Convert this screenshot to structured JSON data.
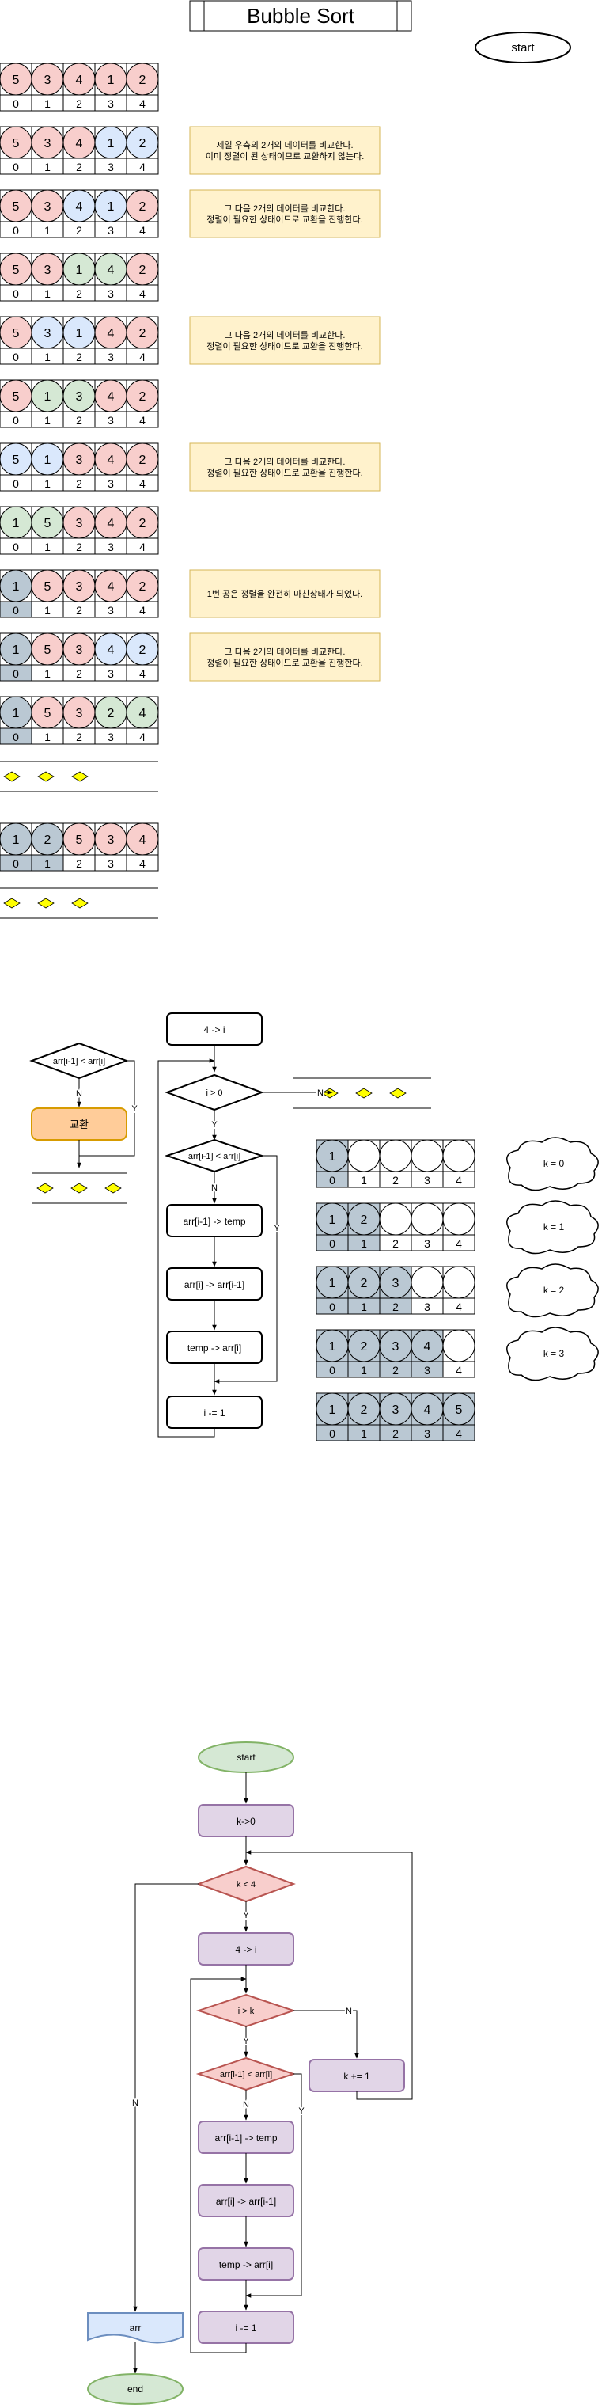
{
  "title": "Bubble Sort",
  "start_label": "start",
  "colors": {
    "pink": "#f8cecc",
    "blue": "#dae8fc",
    "green": "#d5e8d4",
    "gray": "#bac8d3",
    "note_fill": "#fff2cc",
    "note_stroke": "#d6b656",
    "diamond": "#ffff00",
    "swap_fill": "#ffcc99",
    "swap_stroke": "#d79b00",
    "purple_fill": "#e1d5e7",
    "purple_stroke": "#9673a6",
    "red_fill": "#f8cecc",
    "red_stroke": "#b85450",
    "green_fill": "#d5e8d4",
    "green_stroke": "#82b366",
    "doc_fill": "#dae8fc",
    "doc_stroke": "#6c8ebf"
  },
  "sort_steps": [
    {
      "values": [
        "5",
        "3",
        "4",
        "1",
        "2"
      ],
      "colors": [
        "pink",
        "pink",
        "pink",
        "pink",
        "pink"
      ],
      "idx_shaded": 0
    },
    {
      "values": [
        "5",
        "3",
        "4",
        "1",
        "2"
      ],
      "colors": [
        "pink",
        "pink",
        "pink",
        "blue",
        "blue"
      ],
      "idx_shaded": 0
    },
    {
      "values": [
        "5",
        "3",
        "4",
        "1",
        "2"
      ],
      "colors": [
        "pink",
        "pink",
        "blue",
        "blue",
        "pink"
      ],
      "idx_shaded": 0
    },
    {
      "values": [
        "5",
        "3",
        "1",
        "4",
        "2"
      ],
      "colors": [
        "pink",
        "pink",
        "green",
        "green",
        "pink"
      ],
      "idx_shaded": 0
    },
    {
      "values": [
        "5",
        "3",
        "1",
        "4",
        "2"
      ],
      "colors": [
        "pink",
        "blue",
        "blue",
        "pink",
        "pink"
      ],
      "idx_shaded": 0
    },
    {
      "values": [
        "5",
        "1",
        "3",
        "4",
        "2"
      ],
      "colors": [
        "pink",
        "green",
        "green",
        "pink",
        "pink"
      ],
      "idx_shaded": 0
    },
    {
      "values": [
        "5",
        "1",
        "3",
        "4",
        "2"
      ],
      "colors": [
        "blue",
        "blue",
        "pink",
        "pink",
        "pink"
      ],
      "idx_shaded": 0
    },
    {
      "values": [
        "1",
        "5",
        "3",
        "4",
        "2"
      ],
      "colors": [
        "green",
        "green",
        "pink",
        "pink",
        "pink"
      ],
      "idx_shaded": 0
    },
    {
      "values": [
        "1",
        "5",
        "3",
        "4",
        "2"
      ],
      "colors": [
        "gray",
        "pink",
        "pink",
        "pink",
        "pink"
      ],
      "idx_shaded": 1
    },
    {
      "values": [
        "1",
        "5",
        "3",
        "4",
        "2"
      ],
      "colors": [
        "gray",
        "pink",
        "pink",
        "blue",
        "blue"
      ],
      "idx_shaded": 1
    },
    {
      "values": [
        "1",
        "5",
        "3",
        "2",
        "4"
      ],
      "colors": [
        "gray",
        "pink",
        "pink",
        "green",
        "green"
      ],
      "idx_shaded": 1
    },
    {
      "values": [
        "1",
        "2",
        "5",
        "3",
        "4"
      ],
      "colors": [
        "gray",
        "gray",
        "pink",
        "pink",
        "pink"
      ],
      "idx_shaded": 2
    }
  ],
  "indices": [
    "0",
    "1",
    "2",
    "3",
    "4"
  ],
  "notes": [
    {
      "row": 1,
      "lines": [
        "제일 우측의 2개의 데이터를 비교한다.",
        "이미 정렬이 된 상태이므로 교환하지 않는다."
      ]
    },
    {
      "row": 2,
      "lines": [
        "그 다음 2개의 데이터를 비교한다.",
        "정렬이 필요한 상태이므로 교환을 진행한다."
      ]
    },
    {
      "row": 4,
      "lines": [
        "그 다음 2개의 데이터를 비교한다.",
        "정렬이 필요한 상태이므로 교환을 진행한다."
      ]
    },
    {
      "row": 6,
      "lines": [
        "그 다음 2개의 데이터를 비교한다.",
        "정렬이 필요한 상태이므로 교환을 진행한다."
      ]
    },
    {
      "row": 8,
      "lines": [
        "1번 공은 정렬을 완전히 마친상태가 되었다."
      ]
    },
    {
      "row": 9,
      "lines": [
        "그 다음 2개의 데이터를 비교한다.",
        "정렬이 필요한 상태이므로 교환을 진행한다."
      ]
    }
  ],
  "inner_flow": {
    "init": "4 -> i",
    "loop_cond": "i > 0",
    "compare": "arr[i-1] < arr[i]",
    "step1": "arr[i-1] -> temp",
    "step2": "arr[i] -> arr[i-1]",
    "step3": "temp -> arr[i]",
    "decrement": "i -= 1",
    "yes": "Y",
    "no": "N"
  },
  "swap_flow": {
    "compare": "arr[i-1] < arr[i]",
    "swap": "교환",
    "yes": "Y",
    "no": "N"
  },
  "k_rows": [
    {
      "filled": [
        "1"
      ],
      "cloud": "k = 0"
    },
    {
      "filled": [
        "1",
        "2"
      ],
      "cloud": "k = 1"
    },
    {
      "filled": [
        "1",
        "2",
        "3"
      ],
      "cloud": "k = 2"
    },
    {
      "filled": [
        "1",
        "2",
        "3",
        "4"
      ],
      "cloud": "k = 3"
    },
    {
      "filled": [
        "1",
        "2",
        "3",
        "4",
        "5"
      ],
      "cloud": ""
    }
  ],
  "main_flow": {
    "start": "start",
    "init_k": "k->0",
    "outer_cond": "k < 4",
    "init_i": "4 -> i",
    "inner_cond": "i > k",
    "compare": "arr[i-1] < arr[i]",
    "step1": "arr[i-1] -> temp",
    "step2": "arr[i] -> arr[i-1]",
    "step3": "temp -> arr[i]",
    "decrement": "i -= 1",
    "increment_k": "k += 1",
    "output": "arr",
    "end": "end",
    "yes": "Y",
    "no": "N"
  }
}
